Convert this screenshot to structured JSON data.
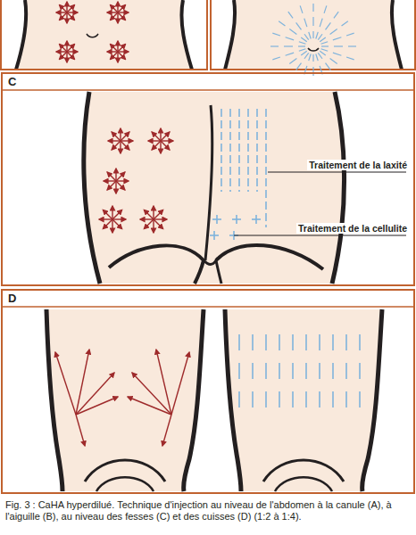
{
  "diagram": {
    "caption": "Fig. 3 : CaHA hyperdilué. Technique d'injection au niveau de l'abdomen à la canule (A), à l'aiguille (B), au niveau des fesses (C) et des cuisses (D) (1:2 à 1:4).",
    "labels": [
      "C",
      "Traitement de la laxité",
      "Traitement de la cellulite",
      "D"
    ]
  }
}
